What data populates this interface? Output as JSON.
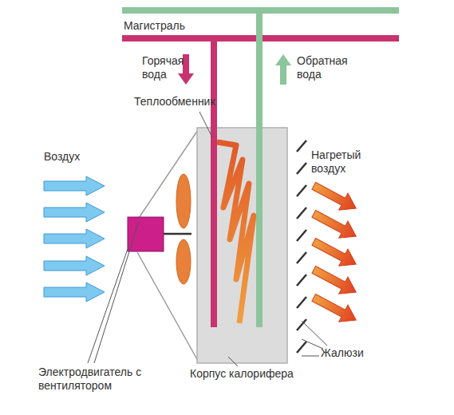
{
  "diagram": {
    "labels": [
      "Магистраль",
      "Горячая вода",
      "Обратная вода",
      "Теплообменник",
      "Воздух",
      "Нагретый воздух",
      "Электродвигатель с вентилятором",
      "Корпус калорифера",
      "Жалюзи"
    ]
  }
}
